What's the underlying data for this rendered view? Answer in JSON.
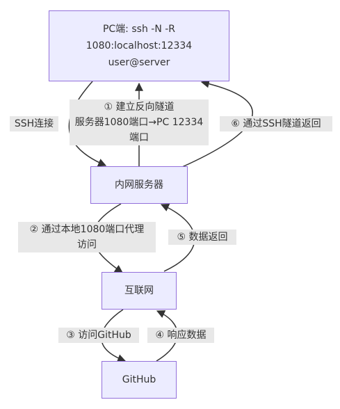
{
  "nodes": {
    "pc": {
      "lines": [
        "PC端: ssh -N -R",
        "1080:localhost:12334",
        "user@server"
      ]
    },
    "server": {
      "label": "内网服务器"
    },
    "internet": {
      "label": "互联网"
    },
    "github": {
      "label": "GitHub"
    }
  },
  "edges": {
    "ssh_connect": {
      "lines": [
        "SSH连接"
      ]
    },
    "step1": {
      "lines": [
        "① 建立反向隧道",
        "服务器1080端口→PC 12334",
        "端口"
      ]
    },
    "step6": {
      "lines": [
        "⑥ 通过SSH隧道返回"
      ]
    },
    "step2": {
      "lines": [
        "② 通过本地1080端口代理",
        "访问"
      ]
    },
    "step5": {
      "lines": [
        "⑤ 数据返回"
      ]
    },
    "step3": {
      "lines": [
        "③ 访问GitHub"
      ]
    },
    "step4": {
      "lines": [
        "④ 响应数据"
      ]
    }
  },
  "colors": {
    "node_fill": "#ececff",
    "node_border": "#9370db",
    "edge_stroke": "#333333",
    "label_bg": "#e8e8e8"
  }
}
